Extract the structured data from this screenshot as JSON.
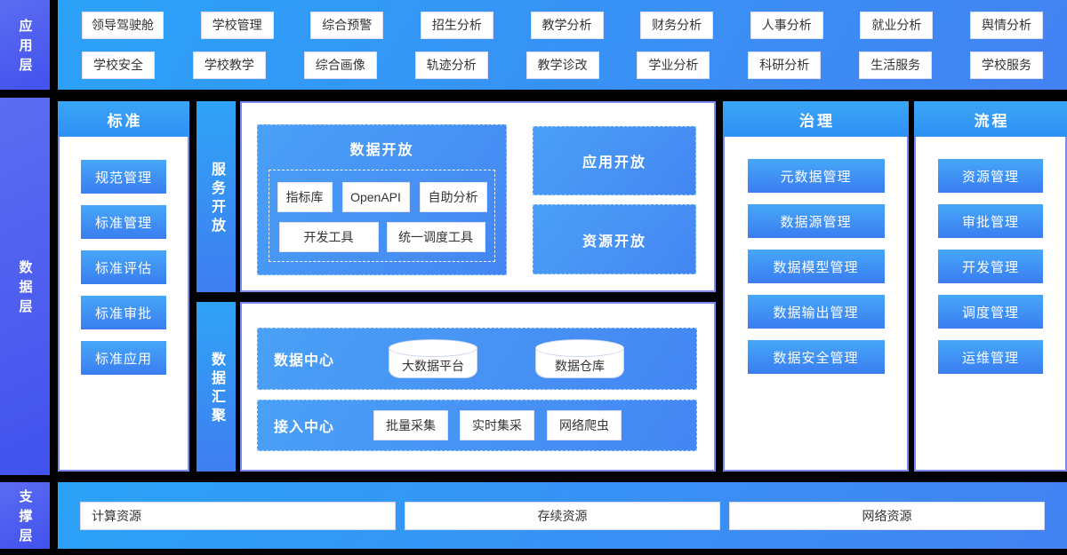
{
  "colors": {
    "background": "#000000",
    "banner_blue_light": "#2ba2f7",
    "banner_blue_deep": "#4383f3",
    "layer_label_purple": "#4f5ff0",
    "button_blue_light": "#46a7f8",
    "button_blue_deep": "#3a7df1",
    "white": "#ffffff",
    "text_dark": "#333333"
  },
  "app_layer": {
    "label": "应用层",
    "rows": [
      [
        "领导驾驶舱",
        "学校管理",
        "综合预警",
        "招生分析",
        "教学分析",
        "财务分析",
        "人事分析",
        "就业分析",
        "舆情分析"
      ],
      [
        "学校安全",
        "学校教学",
        "综合画像",
        "轨迹分析",
        "教学诊改",
        "学业分析",
        "科研分析",
        "生活服务",
        "学校服务"
      ]
    ]
  },
  "data_layer": {
    "label": "数据层",
    "standard_panel": {
      "title": "标准",
      "items": [
        "规范管理",
        "标准管理",
        "标准评估",
        "标准审批",
        "标准应用"
      ]
    },
    "service_open": {
      "label": "服务开放",
      "data_open": {
        "title": "数据开放",
        "row1": [
          "指标库",
          "OpenAPI",
          "自助分析"
        ],
        "row2": [
          "开发工具",
          "统一调度工具"
        ]
      },
      "app_open": "应用开放",
      "resource_open": "资源开放"
    },
    "data_aggregation": {
      "label": "数据汇聚",
      "data_center": {
        "title": "数据中心",
        "cylinders": [
          "大数据平台",
          "数据仓库"
        ]
      },
      "access_center": {
        "title": "接入中心",
        "items": [
          "批量采集",
          "实时集采",
          "网络爬虫"
        ]
      }
    },
    "governance_panel": {
      "title": "治理",
      "items": [
        "元数据管理",
        "数据源管理",
        "数据模型管理",
        "数据输出管理",
        "数据安全管理"
      ]
    },
    "process_panel": {
      "title": "流程",
      "items": [
        "资源管理",
        "审批管理",
        "开发管理",
        "调度管理",
        "运维管理"
      ]
    }
  },
  "support_layer": {
    "label": "支撑层",
    "items": [
      "计算资源",
      "存续资源",
      "网络资源"
    ]
  }
}
